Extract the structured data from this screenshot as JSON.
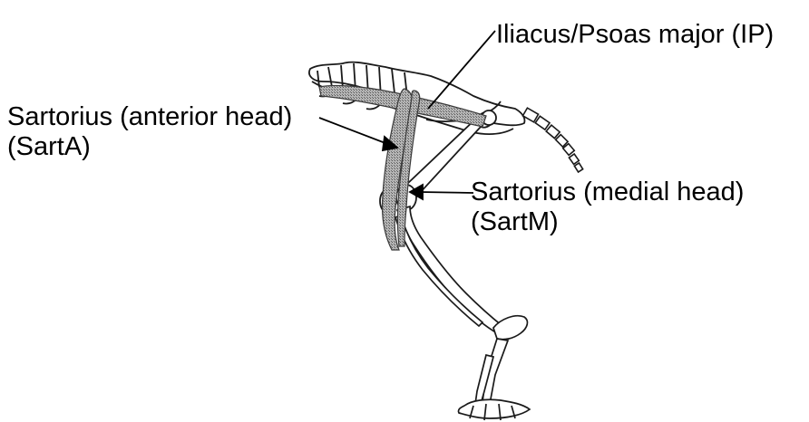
{
  "labels": {
    "iliopsoas": {
      "line1": "Iliacus/Psoas major (IP)"
    },
    "sartorius_anterior": {
      "line1": "Sartorius (anterior head)",
      "line2": "(SartA)"
    },
    "sartorius_medial": {
      "line1": "Sartorius (medial head)",
      "line2": "(SartM)"
    }
  },
  "colors": {
    "text": "#000000",
    "bone_outline": "#1a1a1a",
    "muscle_fill": "#8a8a8a",
    "background": "#ffffff"
  },
  "icons": {
    "skeleton": "hindlimb-skeleton-illustration"
  }
}
